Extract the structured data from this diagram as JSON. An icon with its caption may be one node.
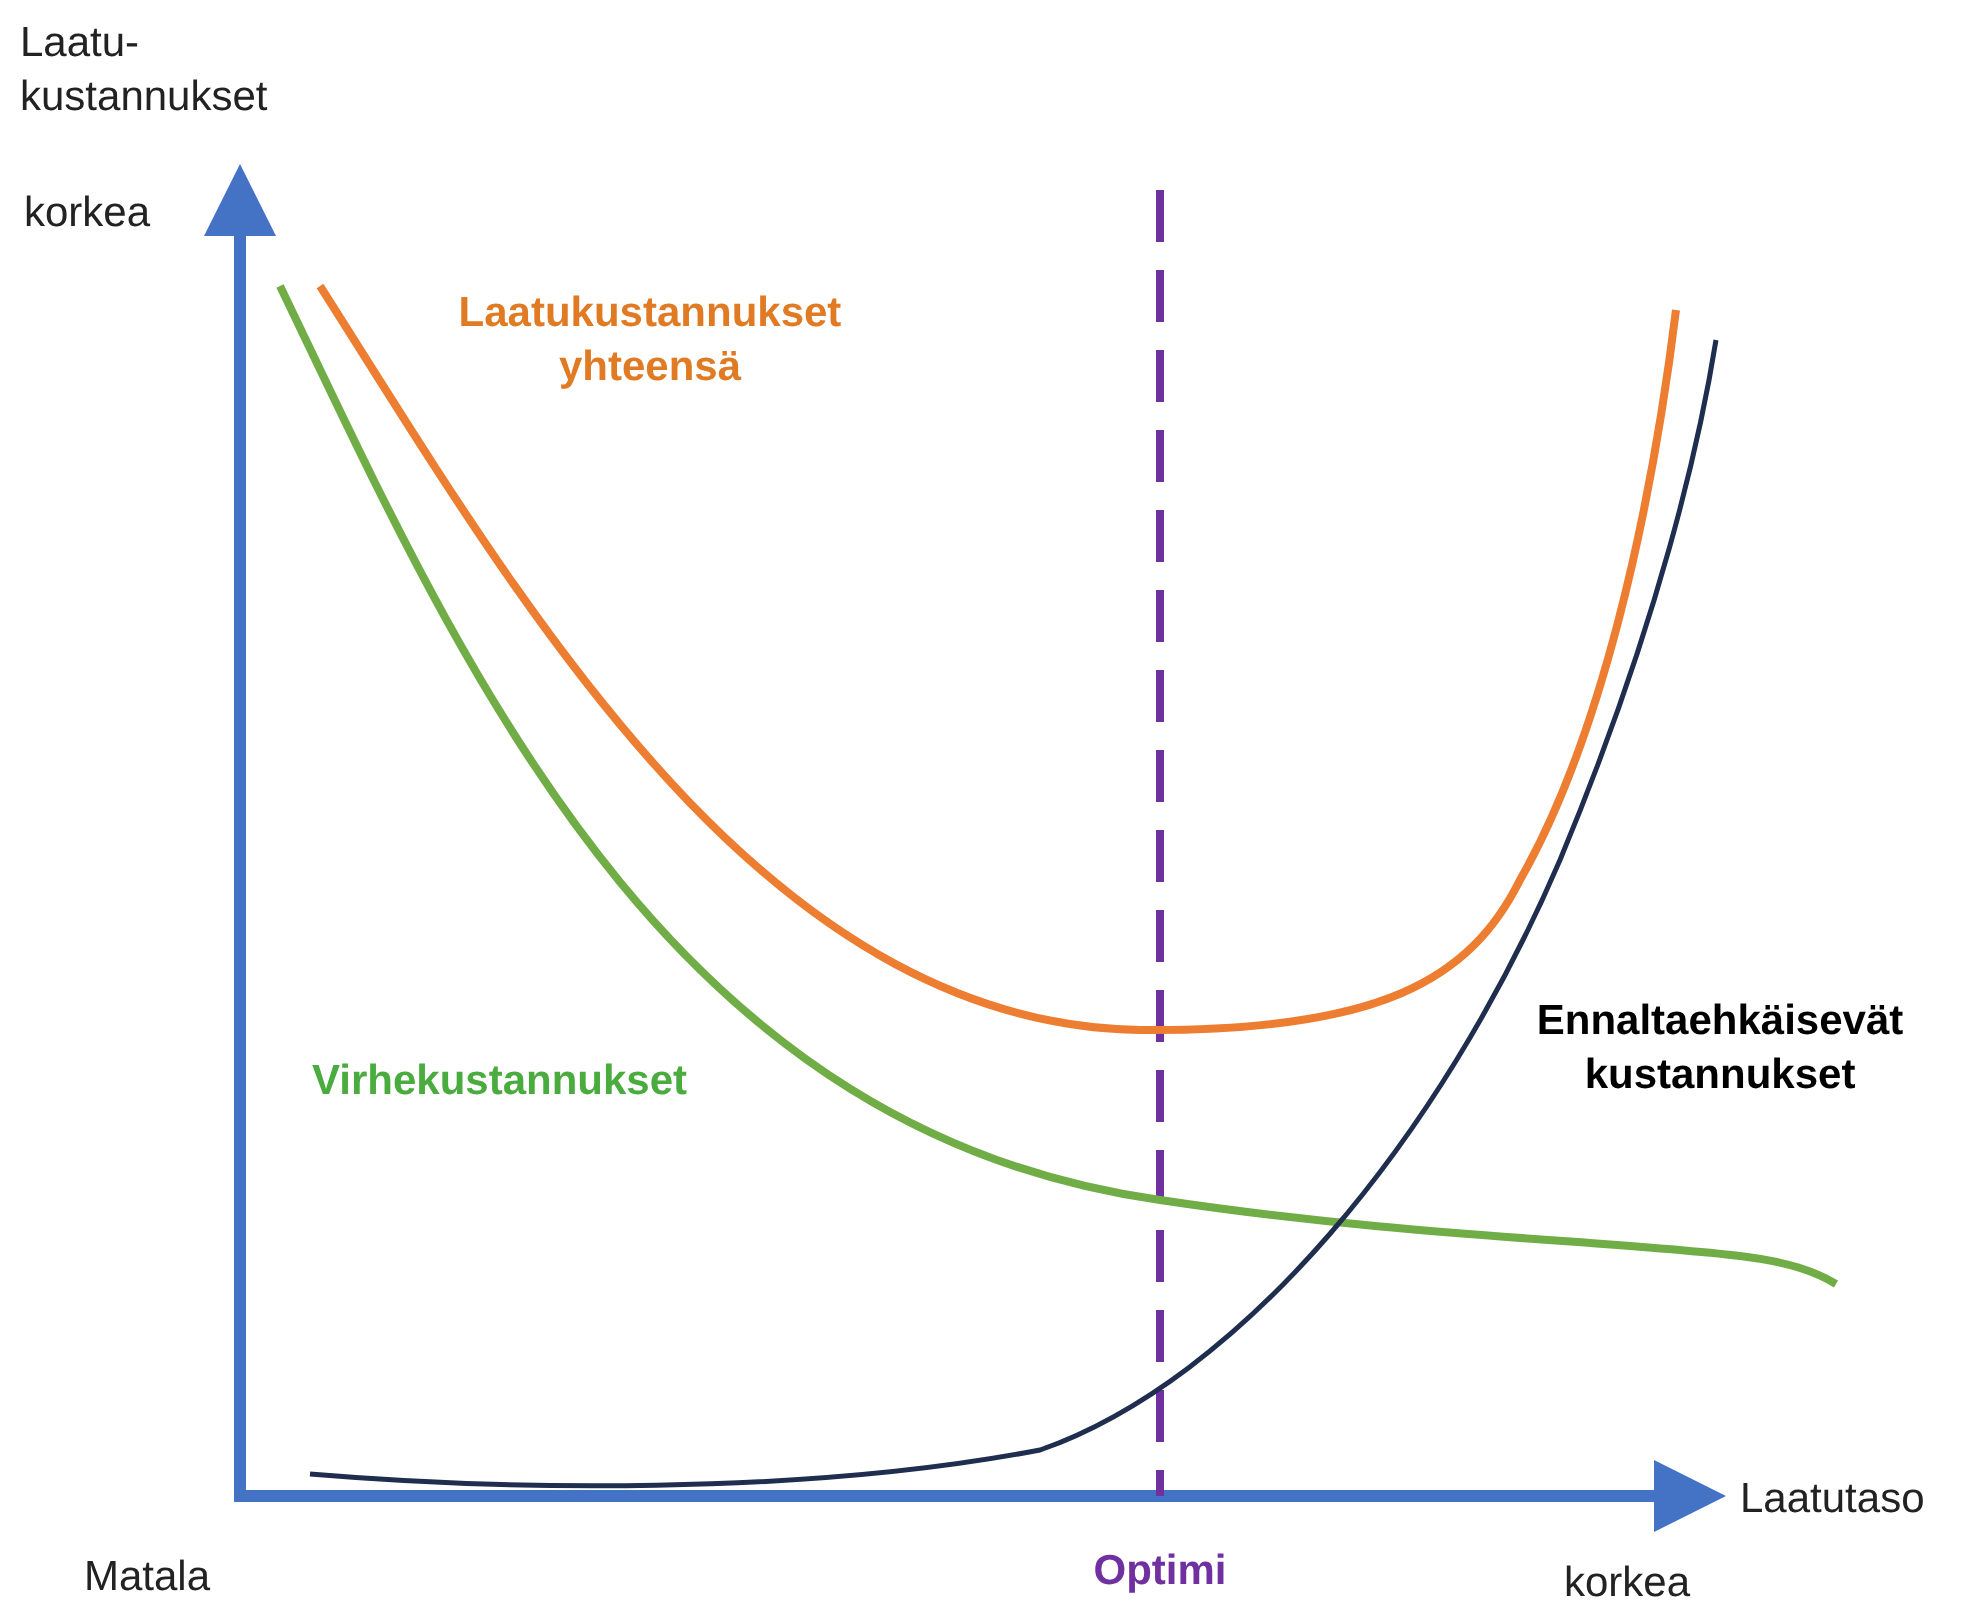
{
  "diagram": {
    "labels": [
      "Laatu- kustannukset",
      "korkea",
      "Laatukustannukset yhteensä",
      "Ennaltaehkäisevät kustannukset",
      "Virhekustannukset",
      "Laatutaso",
      "Matala",
      "Optimi",
      "korkea"
    ]
  }
}
